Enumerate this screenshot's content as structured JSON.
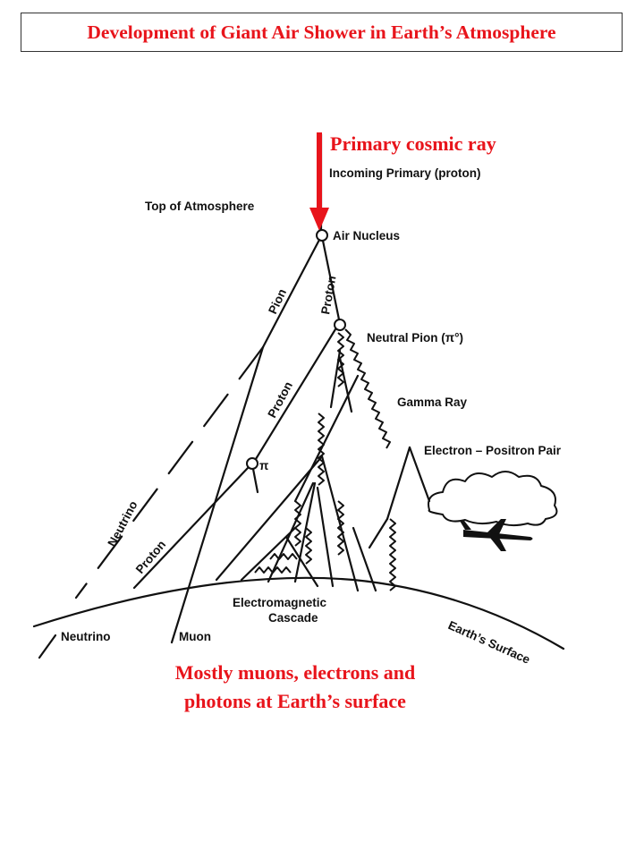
{
  "title": "Development of Giant Air Shower in Earth’s Atmosphere",
  "captions": {
    "primary": "Primary cosmic ray",
    "surface": "Mostly muons, electrons and photons at Earth’s surface"
  },
  "labels": {
    "incoming": "Incoming Primary (proton)",
    "top_atmosphere": "Top of Atmosphere",
    "air_nucleus": "Air Nucleus",
    "neutral_pion": "Neutral Pion (π°)",
    "gamma_ray": "Gamma Ray",
    "pair": "Electron – Positron Pair",
    "pion": "Pion",
    "proton_upper": "Proton",
    "proton_mid": "Proton",
    "proton_lower": "Proton",
    "pi": "π",
    "neutrino_diag": "Neutrino",
    "neutrino_ground": "Neutrino",
    "muon": "Muon",
    "em_cascade_1": "Electromagnetic",
    "em_cascade_2": "Cascade",
    "earth_surface": "Earth’s Surface"
  },
  "colors": {
    "accent": "#e8141b",
    "ink": "#111111"
  },
  "icons": [
    "cloud-icon",
    "airplane-icon"
  ]
}
